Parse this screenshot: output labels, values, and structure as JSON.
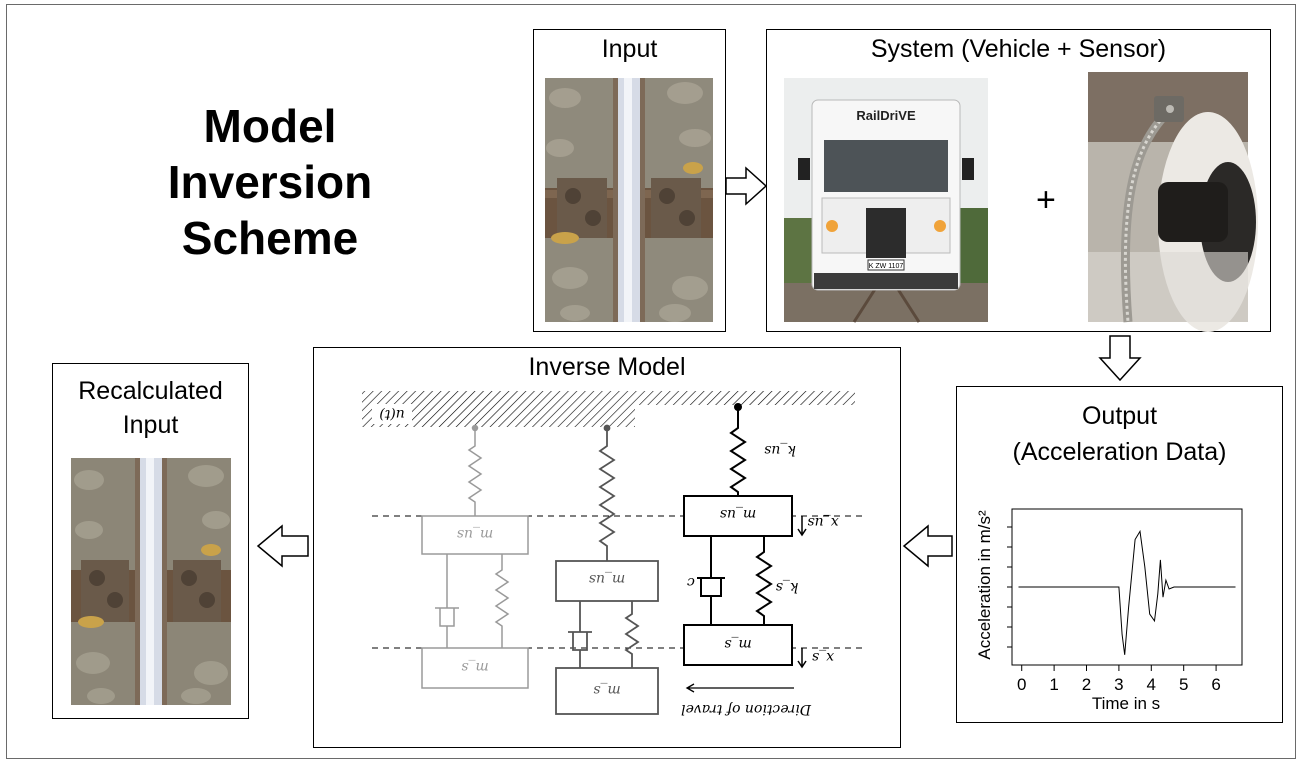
{
  "title": {
    "lines": [
      "Model",
      "Inversion",
      "Scheme"
    ]
  },
  "boxes": {
    "input": {
      "label": "Input"
    },
    "system": {
      "label": "System (Vehicle + Sensor)",
      "plus": "+",
      "vehicle_text": "RailDriVE",
      "plate": "K ZW 1107"
    },
    "output": {
      "label_line1": "Output",
      "label_line2": "(Acceleration Data)"
    },
    "inverse": {
      "label": "Inverse Model"
    },
    "recalc": {
      "label_line1": "Recalculated",
      "label_line2": "Input"
    }
  },
  "diagram_labels": {
    "u": "u(t)",
    "k_us": "k_us",
    "m_us": "m_us",
    "m_s": "m_s",
    "x_us": "x_us",
    "x_s": "x_s",
    "c": "c",
    "k_s": "k_s",
    "direction": "Direction of travel"
  },
  "chart_data": {
    "type": "line",
    "xlabel": "Time in s",
    "ylabel": "Acceleration in m/s²",
    "x_ticks": [
      "0",
      "1",
      "2",
      "3",
      "4",
      "5",
      "6"
    ],
    "xlim": [
      -0.3,
      6.8
    ],
    "series": [
      {
        "x": [
          -0.1,
          3.0,
          3.1,
          3.18,
          3.3,
          3.5,
          3.65,
          3.8,
          3.95,
          4.1,
          4.2,
          4.28,
          4.36,
          4.45,
          4.55,
          4.7,
          5.0,
          6.6
        ],
        "y": [
          0,
          0,
          -0.7,
          -1.0,
          -0.3,
          0.7,
          0.82,
          0.3,
          -0.4,
          -0.5,
          -0.1,
          0.4,
          -0.15,
          0.1,
          -0.03,
          0,
          0,
          0
        ]
      }
    ]
  }
}
